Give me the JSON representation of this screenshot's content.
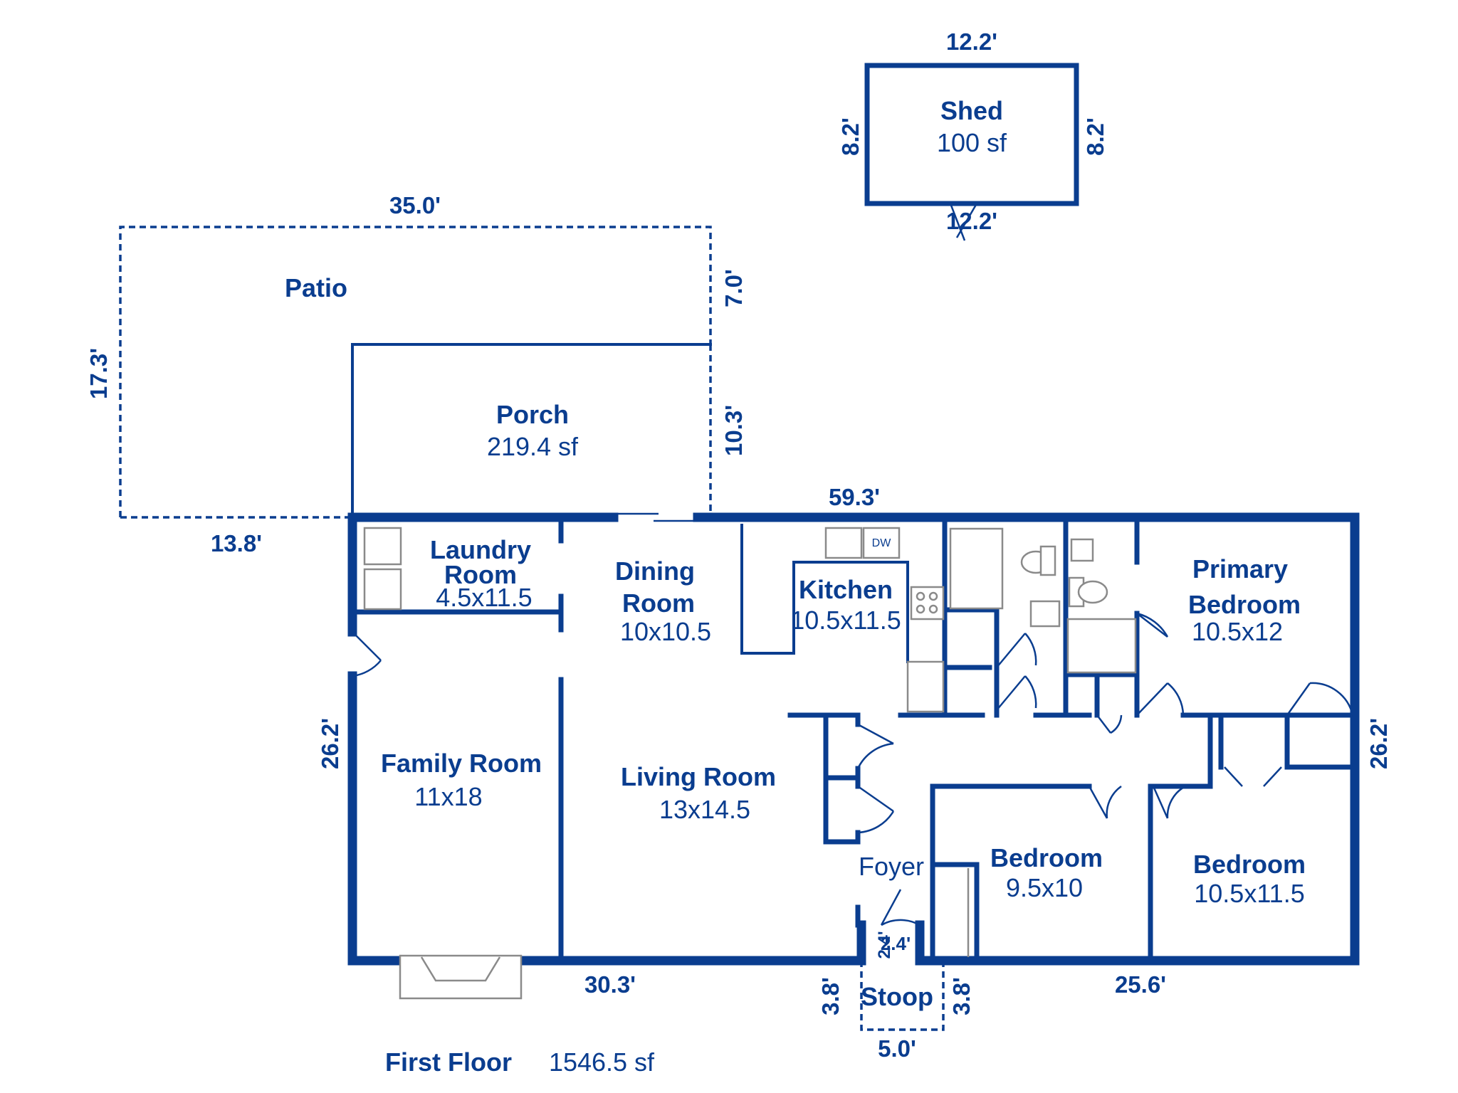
{
  "floor": {
    "title": "First Floor",
    "area": "1546.5 sf"
  },
  "rooms": {
    "shed": {
      "name": "Shed",
      "size": "100 sf"
    },
    "patio": {
      "name": "Patio"
    },
    "porch": {
      "name": "Porch",
      "size": "219.4 sf"
    },
    "laundry": {
      "name_line1": "Laundry",
      "name_line2": "Room",
      "size": "4.5x11.5"
    },
    "dining": {
      "name_line1": "Dining",
      "name_line2": "Room",
      "size": "10x10.5"
    },
    "kitchen": {
      "name": "Kitchen",
      "size": "10.5x11.5"
    },
    "primary_bedroom": {
      "name_line1": "Primary",
      "name_line2": "Bedroom",
      "size": "10.5x12"
    },
    "family_room": {
      "name": "Family Room",
      "size": "11x18"
    },
    "living_room": {
      "name": "Living Room",
      "size": "13x14.5"
    },
    "foyer": {
      "name": "Foyer"
    },
    "bedroom_2": {
      "name": "Bedroom",
      "size": "9.5x10"
    },
    "bedroom_3": {
      "name": "Bedroom",
      "size": "10.5x11.5"
    },
    "stoop": {
      "name": "Stoop"
    }
  },
  "dimensions": {
    "shed_top": "12.2'",
    "shed_bottom": "12.2'",
    "shed_left": "8.2'",
    "shed_right": "8.2'",
    "patio_top": "35.0'",
    "patio_left": "17.3'",
    "patio_right": "7.0'",
    "porch_right": "10.3'",
    "patio_bottom": "13.8'",
    "house_top": "59.3'",
    "house_left": "26.2'",
    "house_right": "26.2'",
    "house_bottom_left": "30.3'",
    "house_bottom_right": "25.6'",
    "stoop_left": "3.8'",
    "stoop_right": "3.8'",
    "stoop_bottom": "5.0'",
    "stoop_inner_a": "2.4'",
    "stoop_inner_b": "2.4'"
  },
  "appliances": {
    "dishwasher": "DW"
  },
  "colors": {
    "lines": "#0a3d8f",
    "fixtures_gray": "#8a8a8a",
    "background": "#ffffff"
  }
}
